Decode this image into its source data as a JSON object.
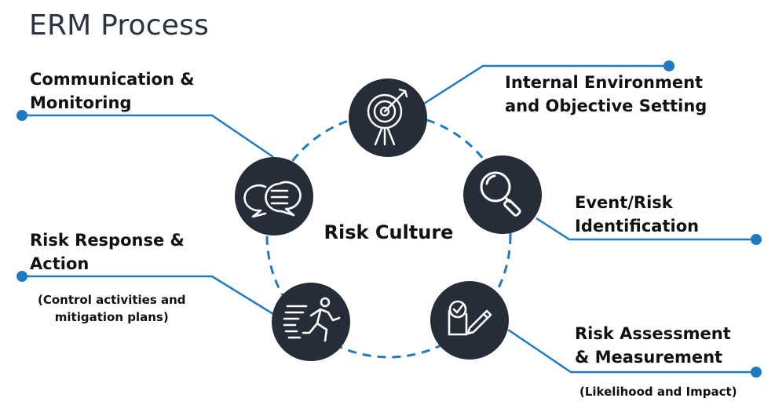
{
  "title": "ERM Process",
  "center": "Risk Culture",
  "colors": {
    "accent": "#1f7bc1",
    "node": "#262d38",
    "icon": "#ffffff",
    "text": "#111111"
  },
  "steps": [
    {
      "id": "internal-environment",
      "icon": "target-icon",
      "line1": "Internal Environment",
      "line2": "and Objective Setting",
      "note": ""
    },
    {
      "id": "event-identification",
      "icon": "magnifier-icon",
      "line1": "Event/Risk",
      "line2": "Identification",
      "note": ""
    },
    {
      "id": "risk-assessment",
      "icon": "checklist-pen-icon",
      "line1": "Risk Assessment",
      "line2": "& Measurement",
      "note": "(Likelihood and Impact)"
    },
    {
      "id": "risk-response",
      "icon": "running-person-icon",
      "line1": "Risk Response &",
      "line2": "Action",
      "note_line1": "(Control activities and",
      "note_line2": "mitigation plans)"
    },
    {
      "id": "communication-monitoring",
      "icon": "chat-bubbles-icon",
      "line1": "Communication &",
      "line2": "Monitoring",
      "note": ""
    }
  ]
}
